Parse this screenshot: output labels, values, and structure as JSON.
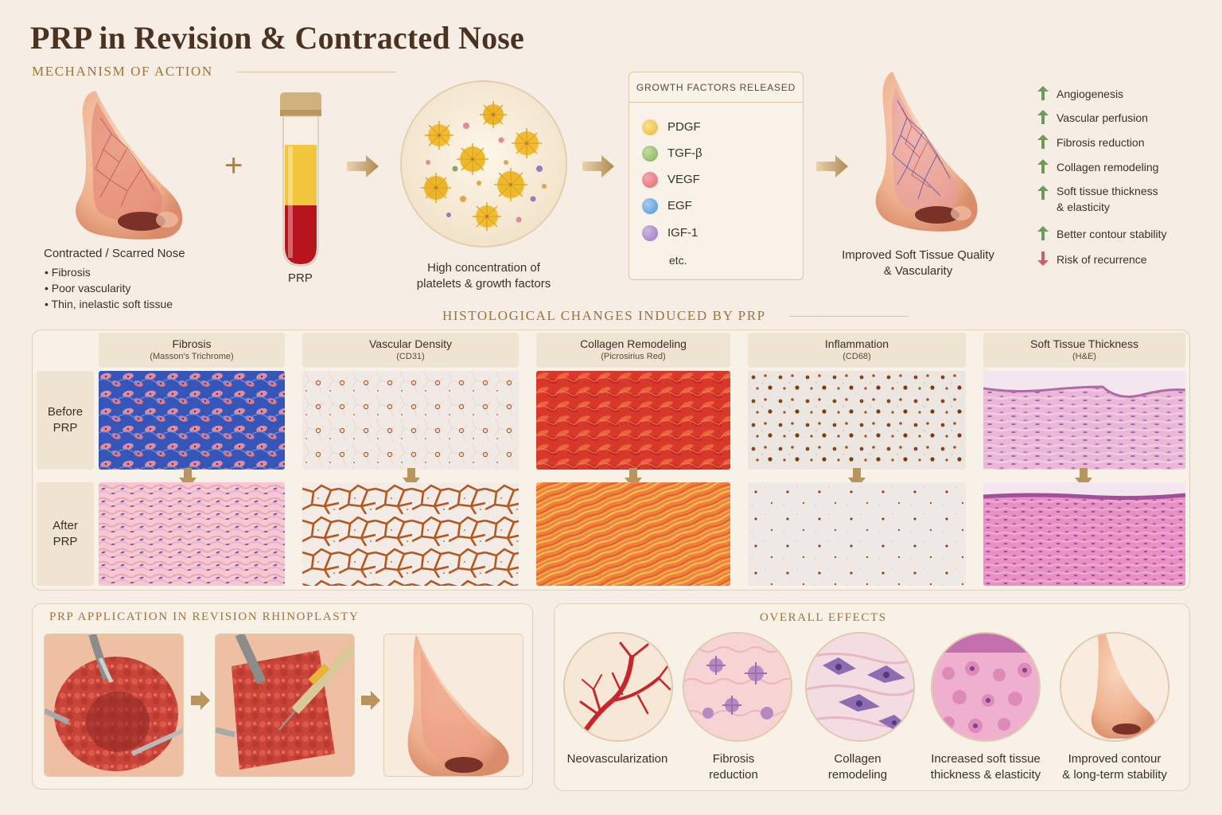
{
  "title": "PRP in Revision & Contracted Nose",
  "mechanism": {
    "section_title": "MECHANISM OF ACTION",
    "nose_before": {
      "caption": "Contracted / Scarred Nose",
      "bullets": [
        "Fibrosis",
        "Poor vascularity",
        "Thin, inelastic soft tissue"
      ]
    },
    "plus": "+",
    "tube_label": "PRP",
    "platelets_caption": [
      "High concentration of",
      "platelets & growth factors"
    ],
    "growth_factors": {
      "heading": "GROWTH FACTORS RELEASED",
      "items": [
        {
          "label": "PDGF",
          "color": "#e8b93a"
        },
        {
          "label": "TGF-β",
          "color": "#86ad5a"
        },
        {
          "label": "VEGF",
          "color": "#e06870"
        },
        {
          "label": "EGF",
          "color": "#4f98d2"
        },
        {
          "label": "IGF-1",
          "color": "#9a78c0"
        }
      ],
      "etc": "etc."
    },
    "nose_after_caption": [
      "Improved Soft Tissue Quality",
      "& Vascularity"
    ],
    "benefits": [
      {
        "label": "Angiogenesis",
        "dir": "up"
      },
      {
        "label": "Vascular perfusion",
        "dir": "up"
      },
      {
        "label": "Fibrosis reduction",
        "dir": "up"
      },
      {
        "label": "Collagen remodeling",
        "dir": "up"
      },
      {
        "label": "Soft tissue thickness",
        "label2": "& elasticity",
        "dir": "up"
      },
      {
        "label": "Better contour stability",
        "dir": "up"
      },
      {
        "label": "Risk of recurrence",
        "dir": "down"
      }
    ],
    "up_color": "#6f9a5a",
    "down_color": "#c8606a"
  },
  "histology": {
    "section_title": "HISTOLOGICAL CHANGES INDUCED BY PRP",
    "rows": [
      "Before PRP",
      "After PRP"
    ],
    "row_lines": [
      [
        "Before",
        "PRP"
      ],
      [
        "After",
        "PRP"
      ]
    ],
    "columns": [
      {
        "title": "Fibrosis",
        "stain": "(Masson's Trichrome)"
      },
      {
        "title": "Vascular Density",
        "stain": "(CD31)"
      },
      {
        "title": "Collagen Remodeling",
        "stain": "(Picrosirius Red)"
      },
      {
        "title": "Inflammation",
        "stain": "(CD68)"
      },
      {
        "title": "Soft Tissue Thickness",
        "stain": "(H&E)"
      }
    ]
  },
  "application": {
    "section_title": "PRP APPLICATION IN REVISION RHINOPLASTY"
  },
  "effects": {
    "section_title": "OVERALL EFFECTS",
    "items": [
      {
        "line1": "Neovascularization",
        "line2": ""
      },
      {
        "line1": "Fibrosis",
        "line2": "reduction"
      },
      {
        "line1": "Collagen",
        "line2": "remodeling"
      },
      {
        "line1": "Increased soft tissue",
        "line2": "thickness & elasticity"
      },
      {
        "line1": "Improved contour",
        "line2": "& long-term stability"
      }
    ]
  }
}
